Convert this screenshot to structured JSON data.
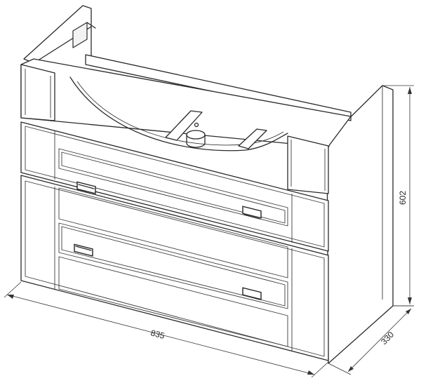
{
  "dimensions": {
    "width": "835",
    "height": "602",
    "depth": "330"
  }
}
